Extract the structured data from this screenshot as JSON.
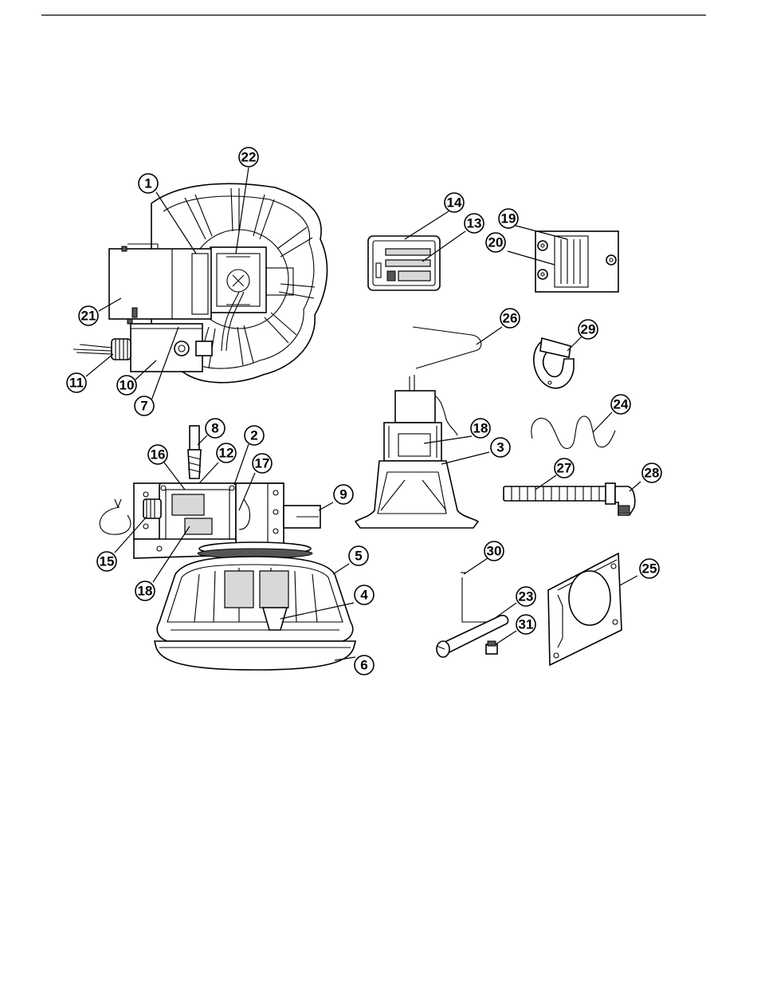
{
  "callouts": [
    {
      "id": "1",
      "label": "1"
    },
    {
      "id": "2",
      "label": "2"
    },
    {
      "id": "3",
      "label": "3"
    },
    {
      "id": "4",
      "label": "4"
    },
    {
      "id": "5",
      "label": "5"
    },
    {
      "id": "6",
      "label": "6"
    },
    {
      "id": "7",
      "label": "7"
    },
    {
      "id": "8",
      "label": "8"
    },
    {
      "id": "9",
      "label": "9"
    },
    {
      "id": "10",
      "label": "10"
    },
    {
      "id": "11",
      "label": "11"
    },
    {
      "id": "12",
      "label": "12"
    },
    {
      "id": "13",
      "label": "13"
    },
    {
      "id": "14",
      "label": "14"
    },
    {
      "id": "15",
      "label": "15"
    },
    {
      "id": "16",
      "label": "16"
    },
    {
      "id": "17",
      "label": "17"
    },
    {
      "id": "18a",
      "label": "18"
    },
    {
      "id": "18b",
      "label": "18"
    },
    {
      "id": "19",
      "label": "19"
    },
    {
      "id": "20",
      "label": "20"
    },
    {
      "id": "21",
      "label": "21"
    },
    {
      "id": "22",
      "label": "22"
    },
    {
      "id": "23",
      "label": "23"
    },
    {
      "id": "24",
      "label": "24"
    },
    {
      "id": "25",
      "label": "25"
    },
    {
      "id": "26",
      "label": "26"
    },
    {
      "id": "27",
      "label": "27"
    },
    {
      "id": "28",
      "label": "28"
    },
    {
      "id": "29",
      "label": "29"
    },
    {
      "id": "30",
      "label": "30"
    },
    {
      "id": "31",
      "label": "31"
    }
  ],
  "colors": {
    "ink": "#000000",
    "paper": "#ffffff"
  }
}
